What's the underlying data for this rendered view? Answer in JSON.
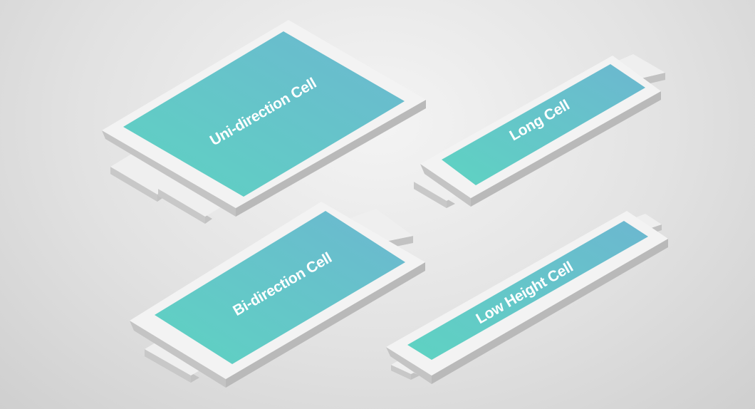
{
  "cells": [
    {
      "id": "uni-direction",
      "label": "Uni-direction Cell"
    },
    {
      "id": "long",
      "label": "Long Cell"
    },
    {
      "id": "bi-direction",
      "label": "Bi-direction Cell"
    },
    {
      "id": "low-height",
      "label": "Low Height Cell"
    }
  ],
  "colors": {
    "body_top": "#f3f3f3",
    "body_side": "#c4c4c4",
    "tab_top": "#efefef",
    "tab_side": "#c2c2c2",
    "gradient_start": "#5ed3c2",
    "gradient_end": "#6cb7d0",
    "label": "#ffffff"
  }
}
